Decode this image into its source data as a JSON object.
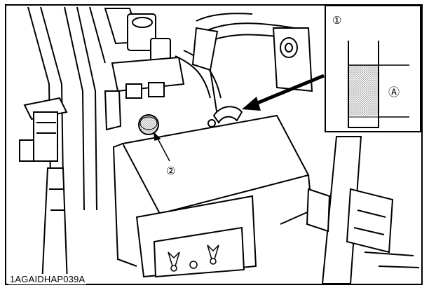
{
  "figure": {
    "code": "1AGAIDHAP039A"
  },
  "callouts": {
    "one": "①",
    "two": "②",
    "letter": "Ⓐ"
  },
  "colors": {
    "line": "#000000",
    "fluid": "#9a9a9a",
    "background": "#ffffff"
  }
}
